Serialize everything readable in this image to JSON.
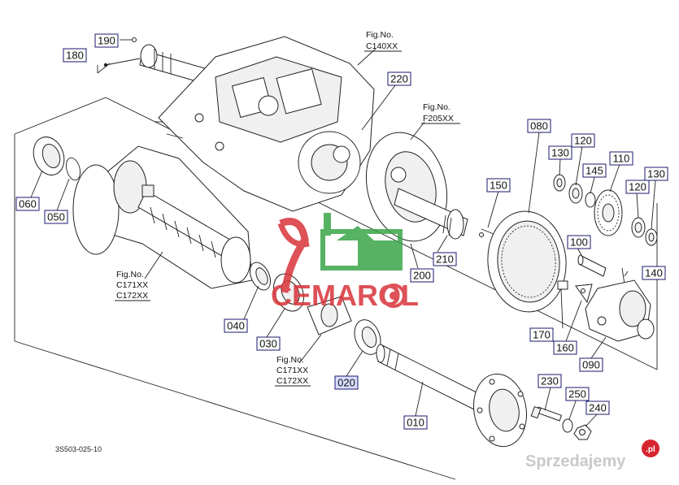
{
  "diagram": {
    "part_labels": [
      {
        "id": "p010",
        "text": "010",
        "highlight": false
      },
      {
        "id": "p020",
        "text": "020",
        "highlight": true
      },
      {
        "id": "p030",
        "text": "030",
        "highlight": false
      },
      {
        "id": "p040",
        "text": "040",
        "highlight": false
      },
      {
        "id": "p050",
        "text": "050",
        "highlight": false
      },
      {
        "id": "p060",
        "text": "060",
        "highlight": false
      },
      {
        "id": "p080",
        "text": "080",
        "highlight": false
      },
      {
        "id": "p090",
        "text": "090",
        "highlight": false
      },
      {
        "id": "p100",
        "text": "100",
        "highlight": false
      },
      {
        "id": "p110",
        "text": "110",
        "highlight": false
      },
      {
        "id": "p120a",
        "text": "120",
        "highlight": false
      },
      {
        "id": "p120b",
        "text": "120",
        "highlight": false
      },
      {
        "id": "p130a",
        "text": "130",
        "highlight": false
      },
      {
        "id": "p130b",
        "text": "130",
        "highlight": false
      },
      {
        "id": "p140",
        "text": "140",
        "highlight": false
      },
      {
        "id": "p145",
        "text": "145",
        "highlight": false
      },
      {
        "id": "p150",
        "text": "150",
        "highlight": false
      },
      {
        "id": "p160",
        "text": "160",
        "highlight": false
      },
      {
        "id": "p170",
        "text": "170",
        "highlight": false
      },
      {
        "id": "p180",
        "text": "180",
        "highlight": false
      },
      {
        "id": "p190",
        "text": "190",
        "highlight": false
      },
      {
        "id": "p200",
        "text": "200",
        "highlight": false
      },
      {
        "id": "p210",
        "text": "210",
        "highlight": false
      },
      {
        "id": "p220",
        "text": "220",
        "highlight": false
      },
      {
        "id": "p230",
        "text": "230",
        "highlight": false
      },
      {
        "id": "p240",
        "text": "240",
        "highlight": false
      },
      {
        "id": "p250",
        "text": "250",
        "highlight": false
      }
    ],
    "figure_refs": {
      "c140": [
        "Fig.No.",
        "C140XX"
      ],
      "f205": [
        "Fig.No.",
        "F205XX"
      ],
      "c171a": [
        "Fig.No.",
        "C171XX",
        "C172XX"
      ],
      "c171b": [
        "Fig.No.",
        "C171XX",
        "C172XX"
      ]
    },
    "drawing_code": "3S503-025-10"
  },
  "watermark": {
    "logo_text": "CEMAROL",
    "colors": {
      "red": "#d8333a",
      "green": "#3aa54a"
    }
  },
  "site_badge": {
    "brand": "Sprzedajemy",
    "suffix": ".pl",
    "badge_color": "#d5262f"
  }
}
